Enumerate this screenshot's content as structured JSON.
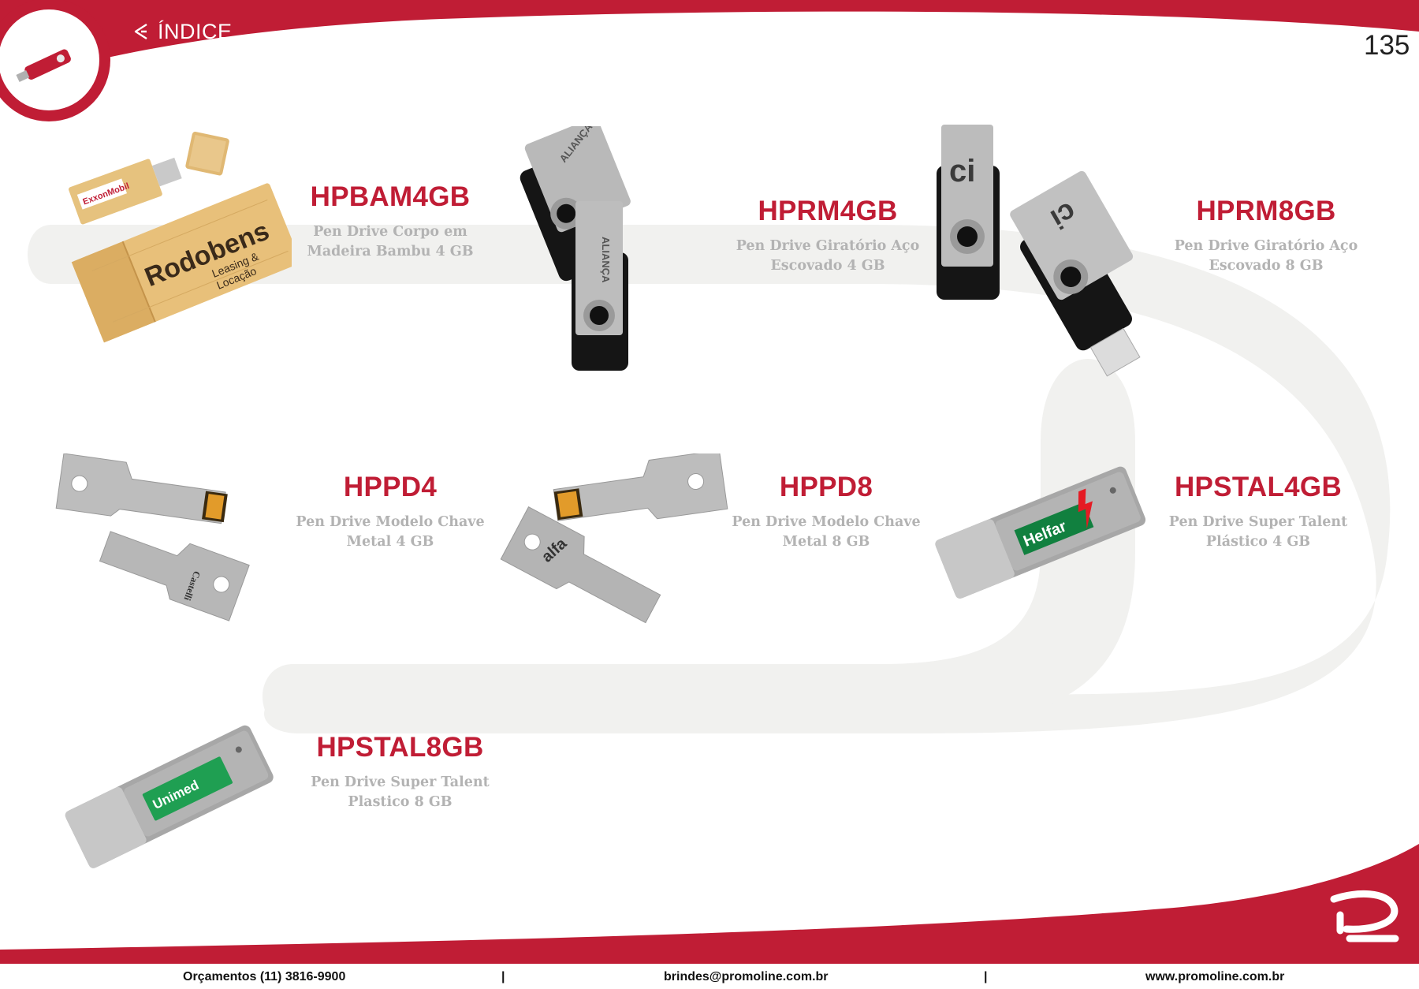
{
  "header": {
    "back_label": "ÍNDICE",
    "page_number": "135"
  },
  "products": [
    {
      "code": "HPBAM4GB",
      "desc_line1": "Pen Drive Corpo em",
      "desc_line2": "Madeira Bambu 4 GB"
    },
    {
      "code": "HPRM4GB",
      "desc_line1": "Pen Drive Giratório Aço",
      "desc_line2": "Escovado 4 GB"
    },
    {
      "code": "HPRM8GB",
      "desc_line1": "Pen Drive Giratório Aço",
      "desc_line2": "Escovado 8 GB"
    },
    {
      "code": "HPPD4",
      "desc_line1": "Pen Drive Modelo Chave",
      "desc_line2": "Metal 4 GB"
    },
    {
      "code": "HPPD8",
      "desc_line1": "Pen Drive Modelo Chave",
      "desc_line2": "Metal 8 GB"
    },
    {
      "code": "HPSTAL4GB",
      "desc_line1": "Pen Drive Super Talent",
      "desc_line2": "Plástico 4 GB"
    },
    {
      "code": "HPSTAL8GB",
      "desc_line1": "Pen Drive Super Talent",
      "desc_line2": "Plastico 8 GB"
    }
  ],
  "logo_texts": {
    "rodobens": "Rodobens",
    "rodobens_sub1": "Leasing &",
    "rodobens_sub2": "Locação",
    "exxon": "ExxonMobil",
    "alianca": "ALIANÇA",
    "ci": "ci",
    "castelli": "Castelli",
    "alfa": "alfa",
    "helfar": "Helfar",
    "unimed": "Unimed"
  },
  "footer": {
    "phone": "Orçamentos (11) 3816-9900",
    "sep1": "|",
    "email": "brindes@promoline.com.br",
    "sep2": "|",
    "website": "www.promoline.com.br"
  },
  "colors": {
    "brand_red": "#c01d35",
    "code_red": "#c01d35",
    "desc_gray": "#b3b3b3",
    "path_gray": "#f1f1ef"
  }
}
